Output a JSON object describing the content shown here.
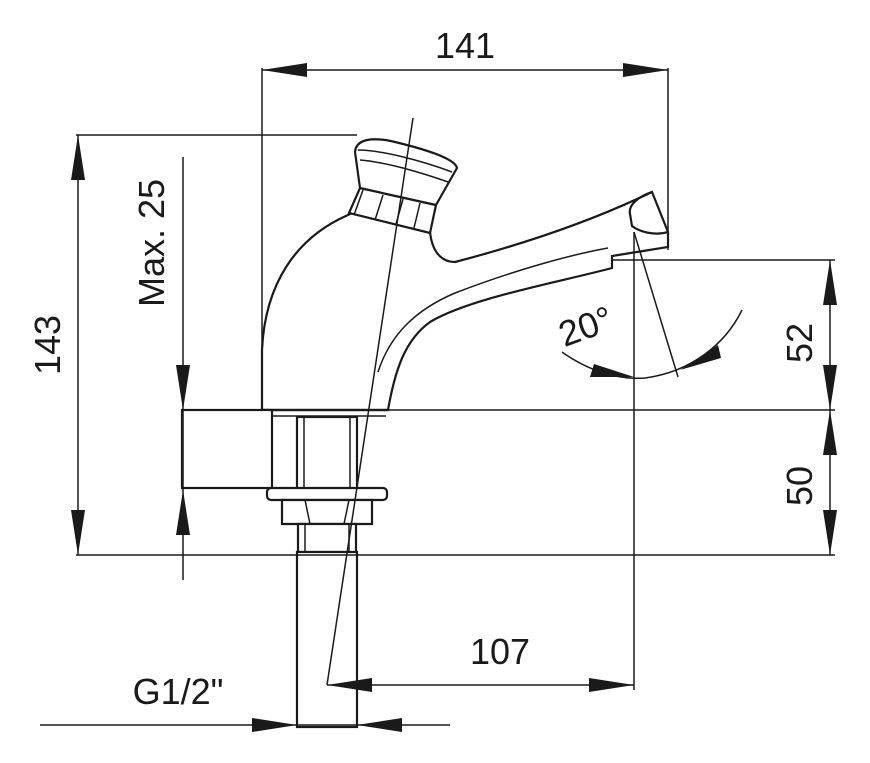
{
  "dimensions": {
    "width_top": "141",
    "height_total": "143",
    "max_travel": "Max. 25",
    "spout_height": "52",
    "base_height": "50",
    "reach": "107",
    "thread": "G1/2\"",
    "angle": "20°"
  }
}
